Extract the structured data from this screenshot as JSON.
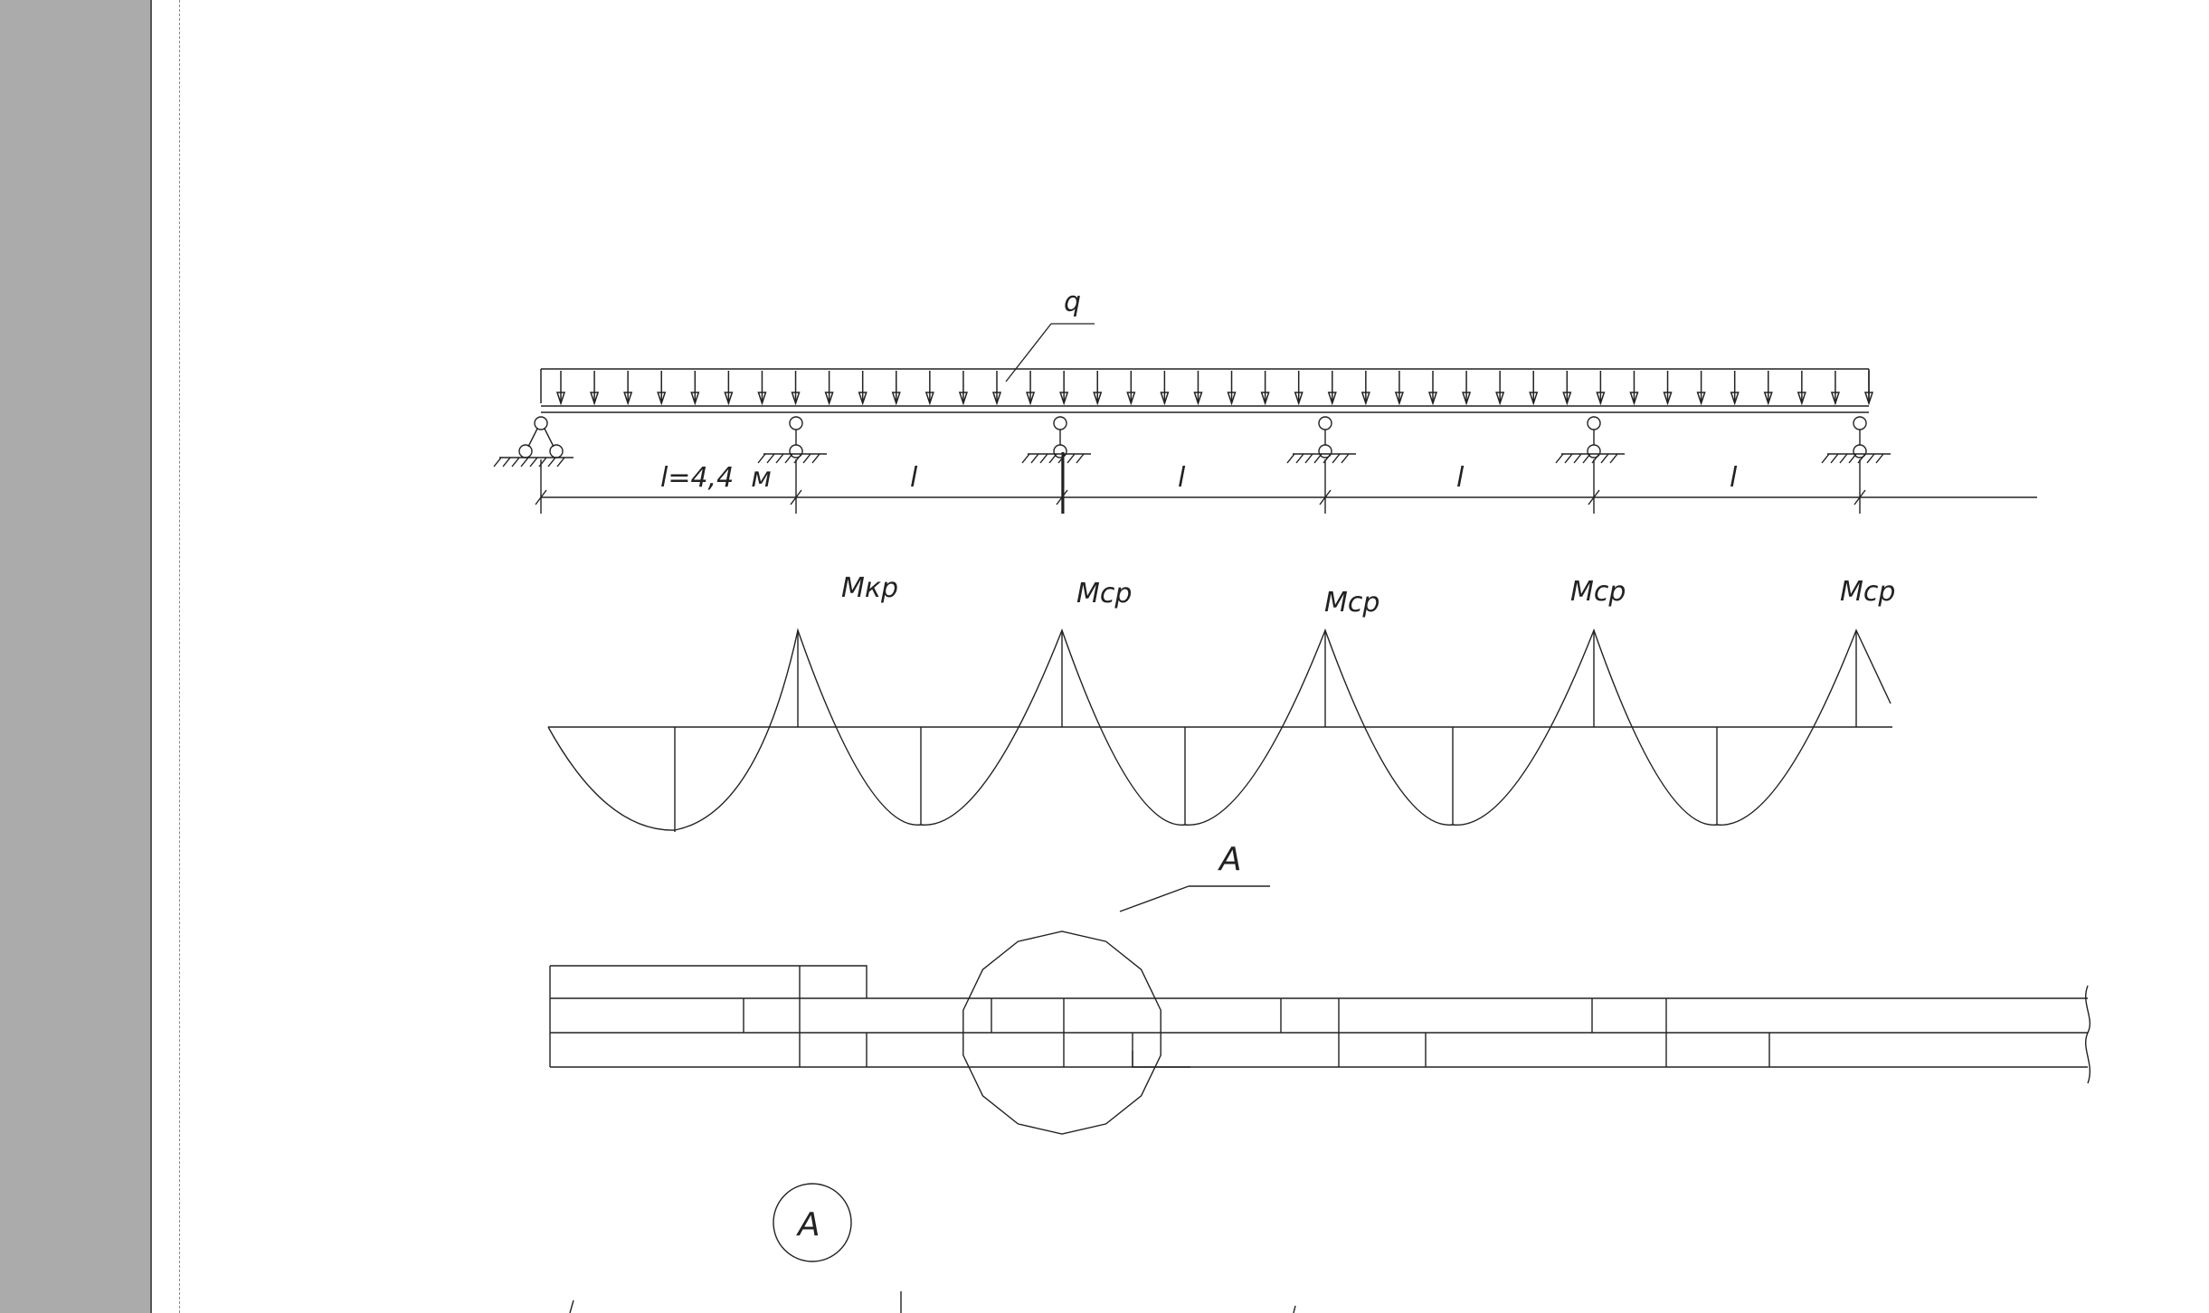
{
  "labels": {
    "load": "q",
    "span_first": "l=4,4  м",
    "span_other": "l",
    "moment_first": "Мкр",
    "moment_other": "Мср",
    "detail_callout": "A",
    "detail_marker": "A"
  },
  "colors": {
    "side_panel": "#ababab",
    "line": "#222222",
    "background": "#ffffff"
  }
}
